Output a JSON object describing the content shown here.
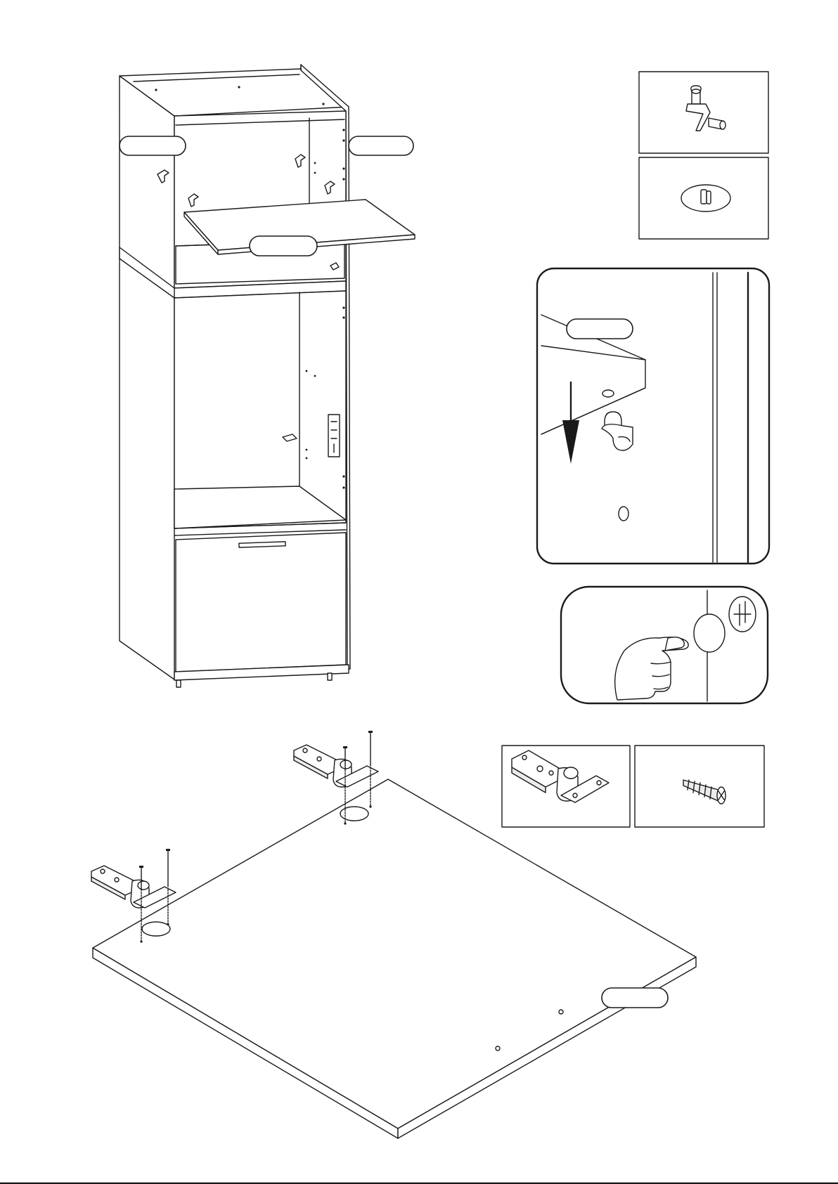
{
  "document": {
    "kind": "assembly-instruction-page",
    "callouts": {
      "cabinet_left_label": "",
      "cabinet_right_label": "",
      "shelf_label": "",
      "detail_shelf_label": "",
      "door_label": ""
    },
    "parts": [
      {
        "id": "shelf-support",
        "icon": "shelf-support-pin-icon",
        "count": ""
      },
      {
        "id": "cover-cap",
        "icon": "cover-cap-icon",
        "count": ""
      },
      {
        "id": "hinge",
        "icon": "concealed-hinge-icon",
        "count": ""
      },
      {
        "id": "screw",
        "icon": "wood-screw-icon",
        "count": ""
      }
    ],
    "colors": {
      "line": "#1a1a1a",
      "paper": "#ffffff",
      "shade": "#ececec"
    }
  }
}
